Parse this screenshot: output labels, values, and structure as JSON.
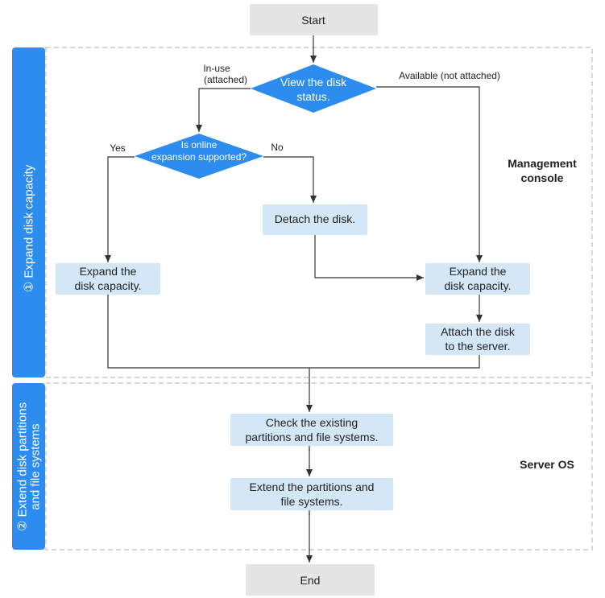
{
  "colors": {
    "terminal_fill": "#e5e5e5",
    "process_fill": "#d4e7f7",
    "decision_fill": "#2d8cf0",
    "stage_fill": "#2d8cf0",
    "line": "#333333",
    "dashed_border": "#bdbdbd",
    "text": "#222222"
  },
  "terminals": {
    "start": "Start",
    "end": "End"
  },
  "stages": {
    "stage1": "① Expand disk capacity",
    "stage2_line1": "② Extend disk partitions",
    "stage2_line2": "and file systems"
  },
  "regions": {
    "management_line1": "Management",
    "management_line2": "console",
    "server_os": "Server OS"
  },
  "decisions": {
    "view_status_line1": "View the disk",
    "view_status_line2": "status.",
    "online_expansion_line1": "Is online",
    "online_expansion_line2": "expansion supported?"
  },
  "edge_labels": {
    "in_use_line1": "In-use",
    "in_use_line2": "(attached)",
    "available": "Available (not attached)",
    "yes": "Yes",
    "no": "No"
  },
  "steps": {
    "detach": "Detach the disk.",
    "expand_left_line1": "Expand the",
    "expand_left_line2": "disk capacity.",
    "expand_right_line1": "Expand the",
    "expand_right_line2": "disk capacity.",
    "attach_line1": "Attach the disk",
    "attach_line2": "to the server.",
    "check_line1": "Check the existing",
    "check_line2": "partitions and file systems.",
    "extend_line1": "Extend the partitions and",
    "extend_line2": "file systems."
  }
}
